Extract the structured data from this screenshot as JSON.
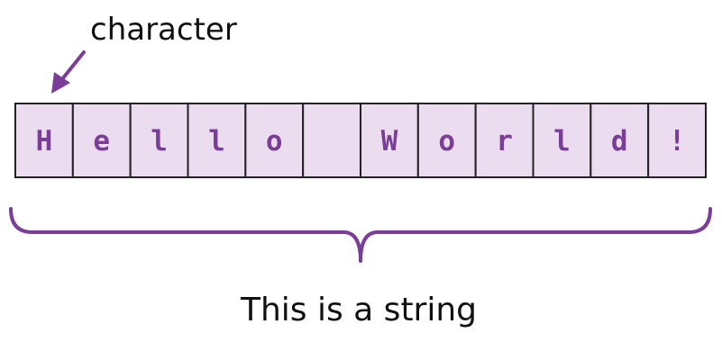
{
  "annotation": {
    "character_label": "character",
    "string_label": "This is a string"
  },
  "string_cells": [
    "H",
    "e",
    "l",
    "l",
    "o",
    " ",
    "W",
    "o",
    "r",
    "l",
    "d",
    "!"
  ],
  "colors": {
    "cell_fill": "#ecdcef",
    "char_color": "#7a3d98",
    "accent": "#7a3d98",
    "cell_border": "#222222",
    "text": "#111111"
  },
  "icons": {
    "pointer": "arrow-down-left-icon",
    "grouping": "curly-brace-icon"
  }
}
